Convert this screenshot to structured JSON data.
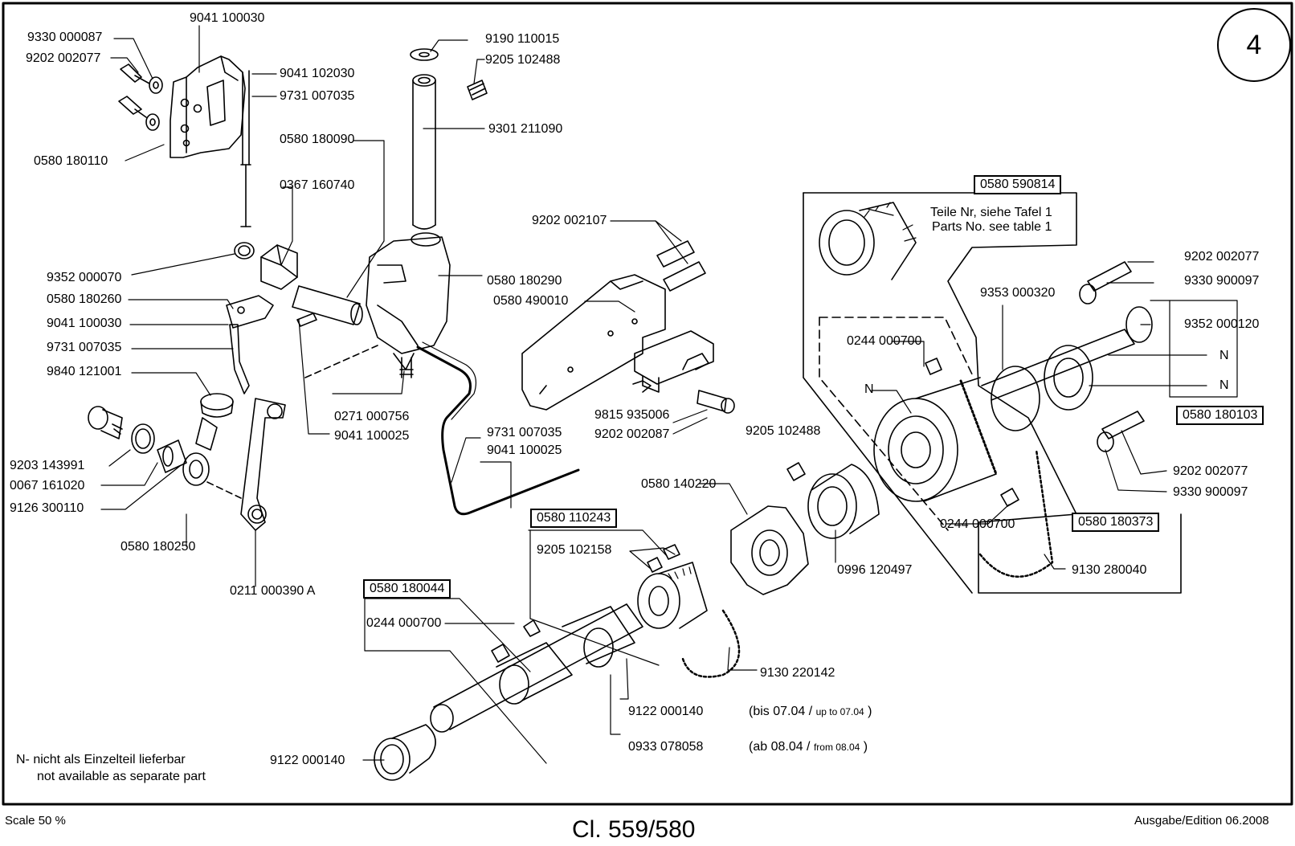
{
  "page_number": "4",
  "title": "Cl. 559/580",
  "scale": "Scale 50 %",
  "edition": "Ausgabe/Edition 06.2008",
  "note": {
    "de": "N- nicht als Einzelteil lieferbar",
    "en": "not available as separate part"
  },
  "parts_ref": {
    "de": "Teile Nr, siehe Tafel 1",
    "en": "Parts No. see table 1"
  },
  "labels": {
    "p9041_100030_top": "9041 100030",
    "p9330_000087": "9330 000087",
    "p9202_002077_tl": "9202 002077",
    "p9041_102030": "9041 102030",
    "p9731_007035_top": "9731 007035",
    "p0580_180110": "0580 180110",
    "p9190_110015": "9190 110015",
    "p9205_102488_top": "9205 102488",
    "p9301_211090": "9301 211090",
    "p0580_180090": "0580 180090",
    "p0367_160740": "0367 160740",
    "p9202_002107": "9202 002107",
    "p9352_000070": "9352 000070",
    "p0580_180290": "0580 180290",
    "p0580_180260": "0580 180260",
    "p0580_490010": "0580 490010",
    "p9041_100030_mid": "9041 100030",
    "p9731_007035_mid": "9731 007035",
    "p9840_121001": "9840 121001",
    "p0271_000756": "0271 000756",
    "p9041_100025_a": "9041 100025",
    "p9815_935006": "9815 935006",
    "p9202_002087": "9202 002087",
    "p9203_143991": "9203 143991",
    "p0067_161020": "0067 161020",
    "p9126_300110": "9126 300110",
    "p9731_007035_low": "9731 007035",
    "p9041_100025_b": "9041 100025",
    "p9205_102488_mid": "9205 102488",
    "p0580_180250": "0580 180250",
    "p0580_140220": "0580 140220",
    "p0211_000390A": "0211 000390 A",
    "p9205_102158": "9205 102158",
    "p0996_120497": "0996 120497",
    "p0244_000700_a": "0244 000700",
    "p0244_000700_b": "0244 000700",
    "p0244_000700_c": "0244 000700",
    "p9130_220142": "9130 220142",
    "p9122_000140_a": "9122 000140",
    "p9122_000140_b": "9122 000140",
    "p0933_078058": "0933 078058",
    "bis": "(bis 07.04 /",
    "upto": "up to 07.04",
    "bis_close": ")",
    "ab": "(ab 08.04 /",
    "from": "from 08.04",
    "ab_close": ")",
    "p9202_002077_r1": "9202 002077",
    "p9330_900097_r1": "9330 900097",
    "p9353_000320": "9353 000320",
    "p9352_000120": "9352 000120",
    "N1": "N",
    "N2": "N",
    "N3": "N",
    "p9202_002077_r2": "9202 002077",
    "p9330_900097_r2": "9330 900097",
    "p9130_280040": "9130 280040"
  },
  "boxed_labels": {
    "b0580_590814": "0580 590814",
    "b0580_180103": "0580 180103",
    "b0580_180373": "0580 180373",
    "b0580_110243": "0580 110243",
    "b0580_180044": "0580 180044"
  }
}
